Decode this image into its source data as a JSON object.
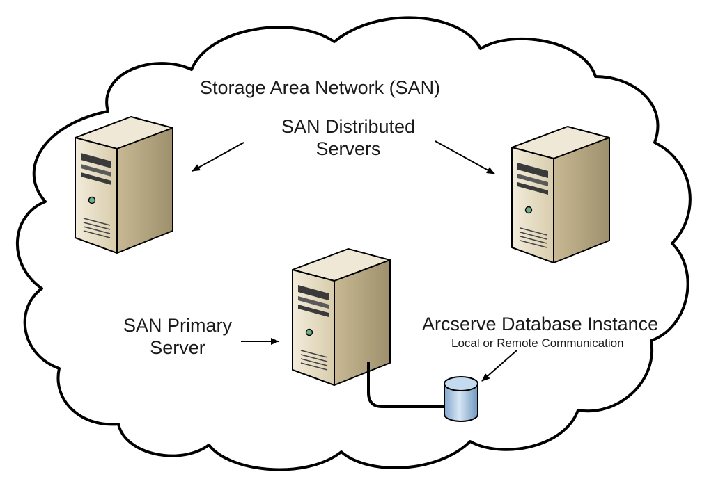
{
  "title": "Storage Area Network (SAN)",
  "distributed_label": {
    "line1": "SAN Distributed",
    "line2": "Servers"
  },
  "primary_label": {
    "line1": "SAN Primary",
    "line2": "Server"
  },
  "database_label": {
    "title": "Arcserve Database Instance",
    "subtitle": "Local or Remote Communication"
  },
  "nodes": [
    {
      "name": "distributed-server-left",
      "icon": "server-tower-icon"
    },
    {
      "name": "distributed-server-right",
      "icon": "server-tower-icon"
    },
    {
      "name": "primary-server",
      "icon": "server-tower-icon"
    },
    {
      "name": "database",
      "icon": "database-cylinder-icon"
    }
  ],
  "colors": {
    "server_front": "#e6dcc4",
    "server_side": "#b5a682",
    "server_top": "#efe8d6",
    "database": "#a9c7e3",
    "outline": "#000000"
  }
}
